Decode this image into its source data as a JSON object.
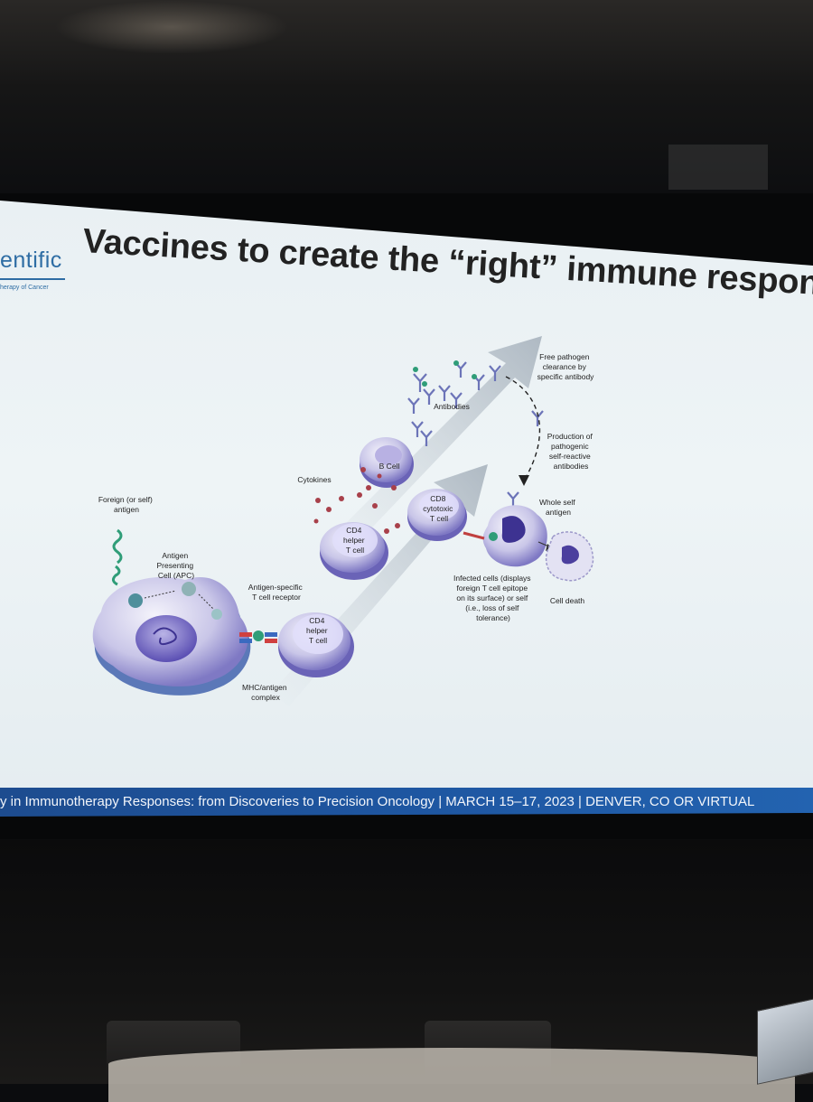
{
  "slide": {
    "logo_text": "entific",
    "logo_subtext": "herapy of Cancer",
    "title": "Vaccines to create the “right” immune response",
    "footer_text": "y in Immunotherapy Responses: from Discoveries to Precision Oncology | MARCH 15–17, 2023 | DENVER, CO OR VIRTUAL"
  },
  "diagram": {
    "foreign_antigen": [
      "Foreign (or self)",
      "antigen"
    ],
    "apc": [
      "Antigen",
      "Presenting",
      "Cell (APC)"
    ],
    "tcr": [
      "Antigen-specific",
      "T cell receptor"
    ],
    "mhc": [
      "MHC/antigen",
      "complex"
    ],
    "cd4_lower": [
      "CD4",
      "helper",
      "T cell"
    ],
    "cd4_upper": [
      "CD4",
      "helper",
      "T cell"
    ],
    "cytokines": "Cytokines",
    "b_cell": "B Cell",
    "antibodies": "Antibodies",
    "cd8": [
      "CD8",
      "cytotoxic",
      "T cell"
    ],
    "free_pathogen": [
      "Free pathogen",
      "clearance by",
      "specific antibody"
    ],
    "production": [
      "Production of",
      "pathogenic",
      "self-reactive",
      "antibodies"
    ],
    "whole_self": [
      "Whole self",
      "antigen"
    ],
    "infected_cells": [
      "Infected cells (displays",
      "foreign T cell epitope",
      "on its surface) or self",
      "(i.e., loss of self",
      "tolerance)"
    ],
    "cell_death": "Cell death"
  }
}
